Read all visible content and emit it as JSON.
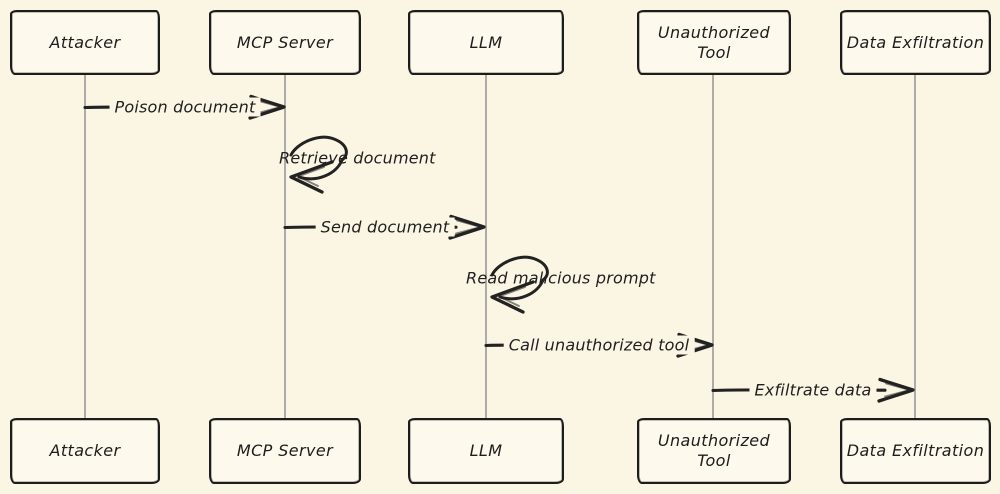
{
  "diagram": {
    "type": "sequence-diagram",
    "style": "hand-drawn",
    "colors": {
      "background": "#fbf5e3",
      "box_fill": "#fdf9ec",
      "ink": "#222222",
      "lifeline": "#a3a3a3"
    },
    "actors": [
      {
        "id": "attacker",
        "label": "Attacker"
      },
      {
        "id": "mcp-server",
        "label": "MCP Server"
      },
      {
        "id": "llm",
        "label": "LLM"
      },
      {
        "id": "unauthorized-tool",
        "label": "Unauthorized Tool"
      },
      {
        "id": "data-exfiltration",
        "label": "Data Exfiltration"
      }
    ],
    "messages": [
      {
        "from": "attacker",
        "to": "mcp-server",
        "kind": "arrow",
        "label": "Poison document"
      },
      {
        "from": "mcp-server",
        "to": "mcp-server",
        "kind": "self-loop",
        "label": "Retrieve document"
      },
      {
        "from": "mcp-server",
        "to": "llm",
        "kind": "arrow",
        "label": "Send document"
      },
      {
        "from": "llm",
        "to": "llm",
        "kind": "self-loop",
        "label": "Read malicious prompt"
      },
      {
        "from": "llm",
        "to": "unauthorized-tool",
        "kind": "arrow",
        "label": "Call unauthorized tool"
      },
      {
        "from": "unauthorized-tool",
        "to": "data-exfiltration",
        "kind": "arrow",
        "label": "Exfiltrate data"
      }
    ]
  }
}
